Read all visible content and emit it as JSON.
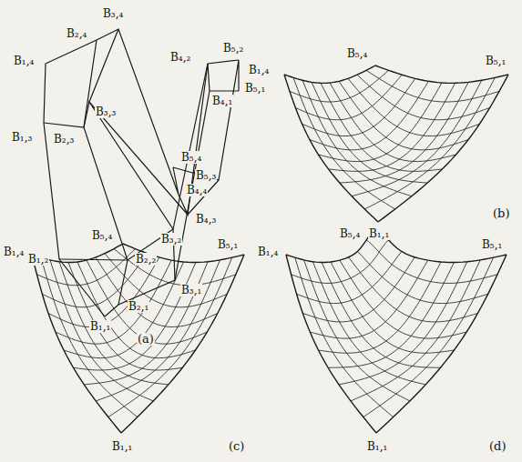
{
  "diagram": {
    "labels": [
      "B₁,₄",
      "B₂,₄",
      "B₃,₄",
      "B₄,₂",
      "B₅,₂",
      "B₅,₁",
      "B₄,₁",
      "B₁,₃",
      "B₂,₃",
      "B₃,₃",
      "B₅,₄",
      "B₅,₃",
      "B₄,₄",
      "B₄,₃",
      "B₃,₂",
      "B₁,₂",
      "B₂,₂",
      "B₃,₁",
      "B₂,₁",
      "B₁,₁",
      "(a)",
      "B₁,₄",
      "B₅,₄",
      "B₅,₁",
      "B₁,₁",
      "(b)",
      "B₁,₄",
      "B₅,₄",
      "B₅,₁",
      "B₁,₁",
      "(c)",
      "B₁,₄",
      "B₅,₄",
      "B₅,₁",
      "B₁,₁",
      "(d)"
    ]
  }
}
